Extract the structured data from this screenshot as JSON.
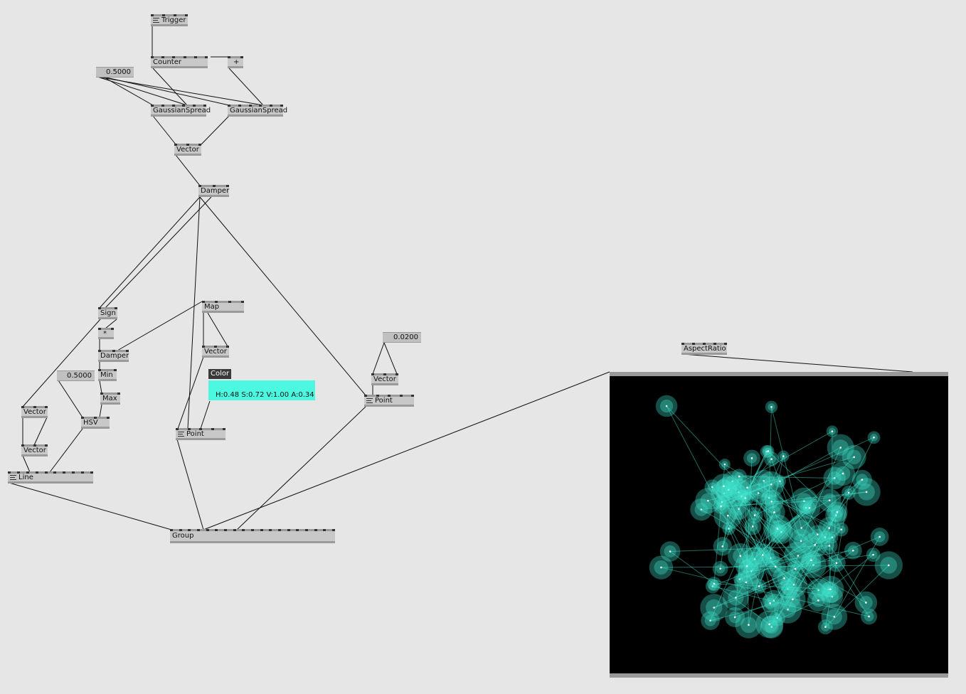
{
  "nodes": {
    "trigger": "Trigger",
    "counter": "Counter",
    "add": "+",
    "gaussian_spread_1": "GaussianSpread",
    "gaussian_spread_2": "GaussianSpread",
    "vector_top": "Vector",
    "damper_top": "Damper",
    "sign": "Sign",
    "multiply": "*",
    "damper_mid": "Damper",
    "min": "Min",
    "max": "Max",
    "hsv": "HSV",
    "vector_left_1": "Vector",
    "vector_left_2": "Vector",
    "line": "Line",
    "map": "Map",
    "vector_map": "Vector",
    "point_mid": "Point",
    "vector_right": "Vector",
    "point_right": "Point",
    "group": "Group",
    "aspect_ratio": "AspectRatio"
  },
  "ioboxes": {
    "value_top": "0.5000",
    "value_left": "0.5000",
    "value_right": "0.0200"
  },
  "color_box": {
    "label": "Color",
    "value_text": "H:0.48  S:0.72  V:1.00  A:0.34",
    "swatch_color": "#4cf8e0"
  },
  "renderer": {
    "background": "#000000",
    "particle_color": "#40e8d0"
  }
}
